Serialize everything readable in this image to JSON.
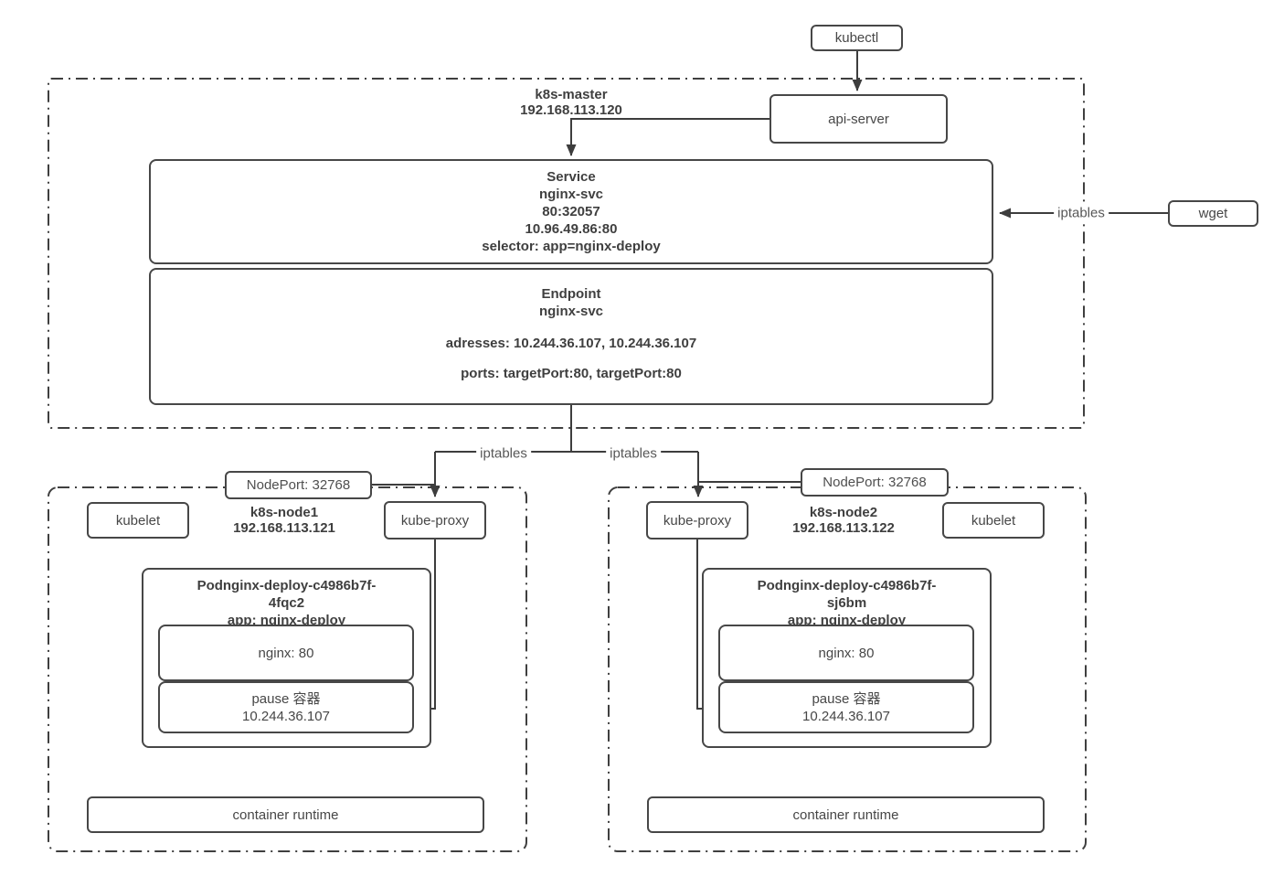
{
  "diagram": {
    "kubectl": "kubectl",
    "api_server": "api-server",
    "wget": "wget",
    "iptables": "iptables",
    "master": {
      "name": "k8s-master",
      "ip": "192.168.113.120",
      "service": {
        "title": "Service",
        "name": "nginx-svc",
        "port_mapping": "80:32057",
        "cluster_ip": "10.96.49.86:80",
        "selector": "selector: app=nginx-deploy"
      },
      "endpoint": {
        "title": "Endpoint",
        "name": "nginx-svc",
        "addresses": "adresses: 10.244.36.107, 10.244.36.107",
        "ports": "ports: targetPort:80, targetPort:80"
      }
    },
    "nodes": [
      {
        "name": "k8s-node1",
        "ip": "192.168.113.121",
        "nodeport": "NodePort: 32768",
        "kubelet": "kubelet",
        "kube_proxy": "kube-proxy",
        "pod": {
          "name": "Podnginx-deploy-c4986b7f-4fqc2",
          "app_label": "app: nginx-deploy",
          "nginx_container": "nginx: 80",
          "pause_container": "pause 容器",
          "pause_ip": "10.244.36.107"
        },
        "container_runtime": "container runtime"
      },
      {
        "name": "k8s-node2",
        "ip": "192.168.113.122",
        "nodeport": "NodePort: 32768",
        "kubelet": "kubelet",
        "kube_proxy": "kube-proxy",
        "pod": {
          "name": "Podnginx-deploy-c4986b7f-sj6bm",
          "app_label": "app: nginx-deploy",
          "nginx_container": "nginx: 80",
          "pause_container": "pause 容器",
          "pause_ip": "10.244.36.107"
        },
        "container_runtime": "container runtime"
      }
    ],
    "colors": {
      "line": "#3f3f3f",
      "muted_label": "#575757",
      "background": "#ffffff"
    }
  }
}
